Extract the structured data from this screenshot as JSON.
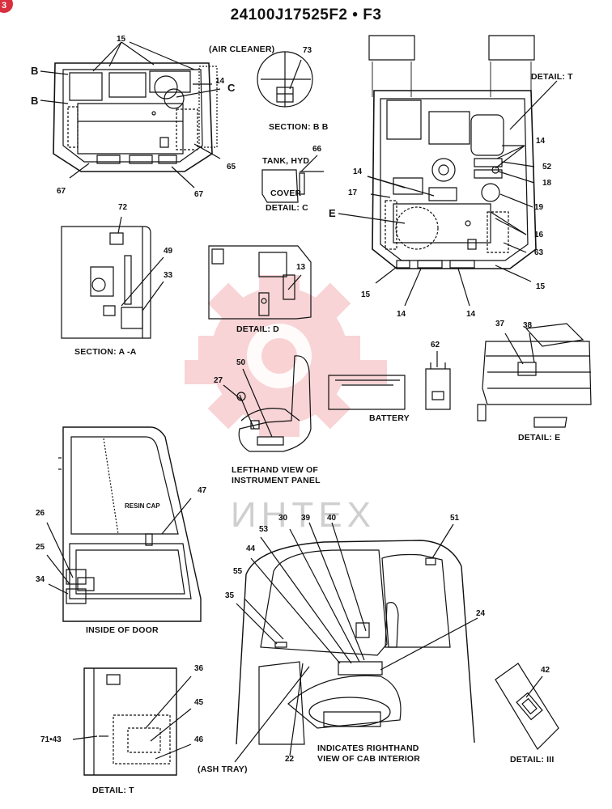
{
  "badge": "3",
  "title": "24100J17525F2 • F3",
  "watermark": "ИНТЕХ",
  "colors": {
    "line": "#111111",
    "watermark": "#e3414a",
    "watermark_text": "#cfcfcf",
    "badge": "#d9303f"
  },
  "captions": {
    "air_cleaner": "(AIR CLEANER)",
    "section_bb": "SECTION: B B",
    "tank_hyd": "TANK, HYD",
    "cover": "COVER",
    "detail_c": "DETAIL:  C",
    "section_aa": "SECTION: A -A",
    "detail_d": "DETAIL:  D",
    "detail_t_top": "DETAIL: T",
    "battery": "BATTERY",
    "detail_e": "DETAIL:  E",
    "lefthand_view_1": "LEFTHAND VIEW OF",
    "lefthand_view_2": "INSTRUMENT PANEL",
    "resin_cap": "RESIN CAP",
    "inside_door": "INSIDE OF DOOR",
    "righthand_view_1": "INDICATES RIGHTHAND",
    "righthand_view_2": "VIEW OF CAB INTERIOR",
    "ash_tray": "(ASH TRAY)",
    "detail_t_bottom": "DETAIL: T",
    "detail_iii": "DETAIL:  III"
  },
  "callouts": {
    "c15a": "15",
    "cB1": "B",
    "cB2": "B",
    "c73": "73",
    "c14a": "14",
    "cC": "C",
    "c65": "65",
    "c67a": "67",
    "c67b": "67",
    "c66": "66",
    "c14b": "14",
    "c52": "52",
    "c18": "18",
    "c14c": "14",
    "c17": "17",
    "c19": "19",
    "cE": "E",
    "c16": "16",
    "c63": "63",
    "c15b": "15",
    "c15c": "15",
    "c14d": "14",
    "c14e": "14",
    "c72": "72",
    "c49": "49",
    "c33": "33",
    "c13": "13",
    "c50": "50",
    "c27": "27",
    "c62": "62",
    "c37": "37",
    "c38": "38",
    "c47": "47",
    "c26": "26",
    "c25": "25",
    "c34": "34",
    "c30": "30",
    "c39": "39",
    "c40": "40",
    "c51": "51",
    "c53": "53",
    "c44": "44",
    "c55": "55",
    "c35": "35",
    "c24": "24",
    "c42": "42",
    "c36": "36",
    "c45": "45",
    "c46": "46",
    "c7143": "71•43",
    "c22": "22"
  }
}
